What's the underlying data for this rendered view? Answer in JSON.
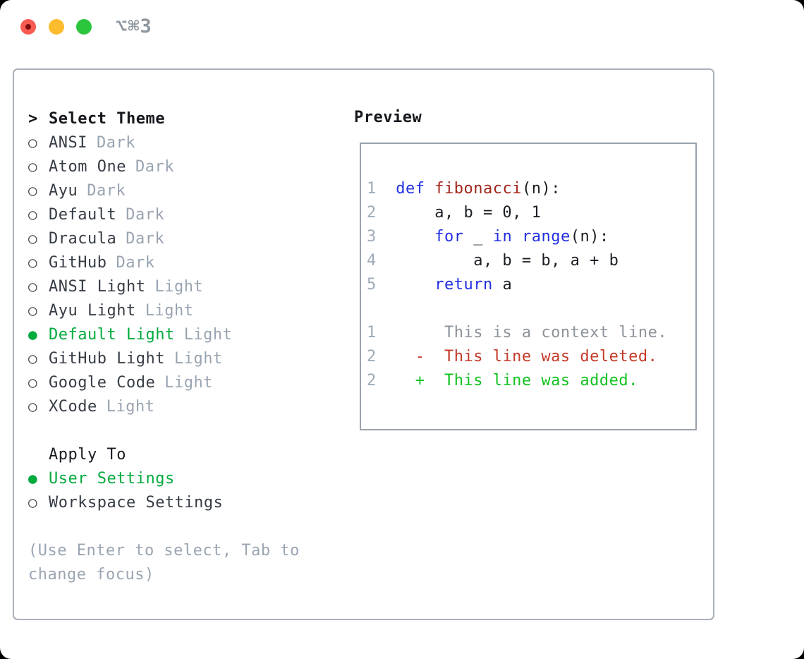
{
  "titlebar": {
    "shortcut": "⌥⌘3",
    "buttons": [
      {
        "name": "close",
        "color": "#f85b52",
        "unsaved_dot": true
      },
      {
        "name": "minimize",
        "color": "#fdbc2e"
      },
      {
        "name": "zoom",
        "color": "#2bc63d"
      }
    ]
  },
  "theme_selector": {
    "header": {
      "marker": ">",
      "label": "Select Theme"
    },
    "items": [
      {
        "marker": "○",
        "name": "ANSI",
        "variant": "Dark",
        "selected": false
      },
      {
        "marker": "○",
        "name": "Atom One",
        "variant": "Dark",
        "selected": false
      },
      {
        "marker": "○",
        "name": "Ayu",
        "variant": "Dark",
        "selected": false
      },
      {
        "marker": "○",
        "name": "Default",
        "variant": "Dark",
        "selected": false
      },
      {
        "marker": "○",
        "name": "Dracula",
        "variant": "Dark",
        "selected": false
      },
      {
        "marker": "○",
        "name": "GitHub",
        "variant": "Dark",
        "selected": false
      },
      {
        "marker": "○",
        "name": "ANSI Light",
        "variant": "Light",
        "selected": false
      },
      {
        "marker": "○",
        "name": "Ayu Light",
        "variant": "Light",
        "selected": false
      },
      {
        "marker": "●",
        "name": "Default Light",
        "variant": "Light",
        "selected": true
      },
      {
        "marker": "○",
        "name": "GitHub Light",
        "variant": "Light",
        "selected": false
      },
      {
        "marker": "○",
        "name": "Google Code",
        "variant": "Light",
        "selected": false
      },
      {
        "marker": "○",
        "name": "XCode",
        "variant": "Light",
        "selected": false
      }
    ]
  },
  "apply_to": {
    "header": "Apply To",
    "options": [
      {
        "marker": "●",
        "label": "User Settings",
        "selected": true
      },
      {
        "marker": "○",
        "label": "Workspace Settings",
        "selected": false
      }
    ]
  },
  "hint": {
    "lines": [
      "(Use Enter to select, Tab to",
      "change focus)"
    ]
  },
  "preview": {
    "label": "Preview",
    "lines": [
      [
        [
          "num",
          "1"
        ],
        [
          "plain",
          "  "
        ],
        [
          "kw",
          "def"
        ],
        [
          "plain",
          " "
        ],
        [
          "fn",
          "fibonacci"
        ],
        [
          "plain",
          "(n):"
        ]
      ],
      [
        [
          "num",
          "2"
        ],
        [
          "plain",
          "      a, b = 0, 1"
        ]
      ],
      [
        [
          "num",
          "3"
        ],
        [
          "plain",
          "      "
        ],
        [
          "kw",
          "for"
        ],
        [
          "plain",
          " _ "
        ],
        [
          "kw",
          "in"
        ],
        [
          "plain",
          " "
        ],
        [
          "kw",
          "range"
        ],
        [
          "plain",
          "(n):"
        ]
      ],
      [
        [
          "num",
          "4"
        ],
        [
          "plain",
          "          a, b = b, a + b"
        ]
      ],
      [
        [
          "num",
          "5"
        ],
        [
          "plain",
          "      "
        ],
        [
          "kw",
          "return"
        ],
        [
          "plain",
          " a"
        ]
      ],
      [],
      [
        [
          "num",
          "1"
        ],
        [
          "ctx",
          "       This is a context line."
        ]
      ],
      [
        [
          "num",
          "2"
        ],
        [
          "plain",
          "    "
        ],
        [
          "del",
          "-  This line was deleted."
        ]
      ],
      [
        [
          "num",
          "2"
        ],
        [
          "plain",
          "    "
        ],
        [
          "add",
          "+  This line was added."
        ]
      ]
    ]
  },
  "colors": {
    "accent_green": "#00AA3C",
    "added_green": "#11C21F",
    "deleted_red": "#C43A28",
    "keyword_blue": "#2130E0",
    "function_red": "#A3251B",
    "line_number_gray": "#9FABB9",
    "context_gray": "#8D939B",
    "text_dark": "#363C45",
    "muted_gray": "#99A4B1",
    "border_gray": "#A9B1BB",
    "traffic_red": "#F85B52",
    "traffic_yellow": "#FDBC2E",
    "traffic_green": "#2BC63D"
  }
}
